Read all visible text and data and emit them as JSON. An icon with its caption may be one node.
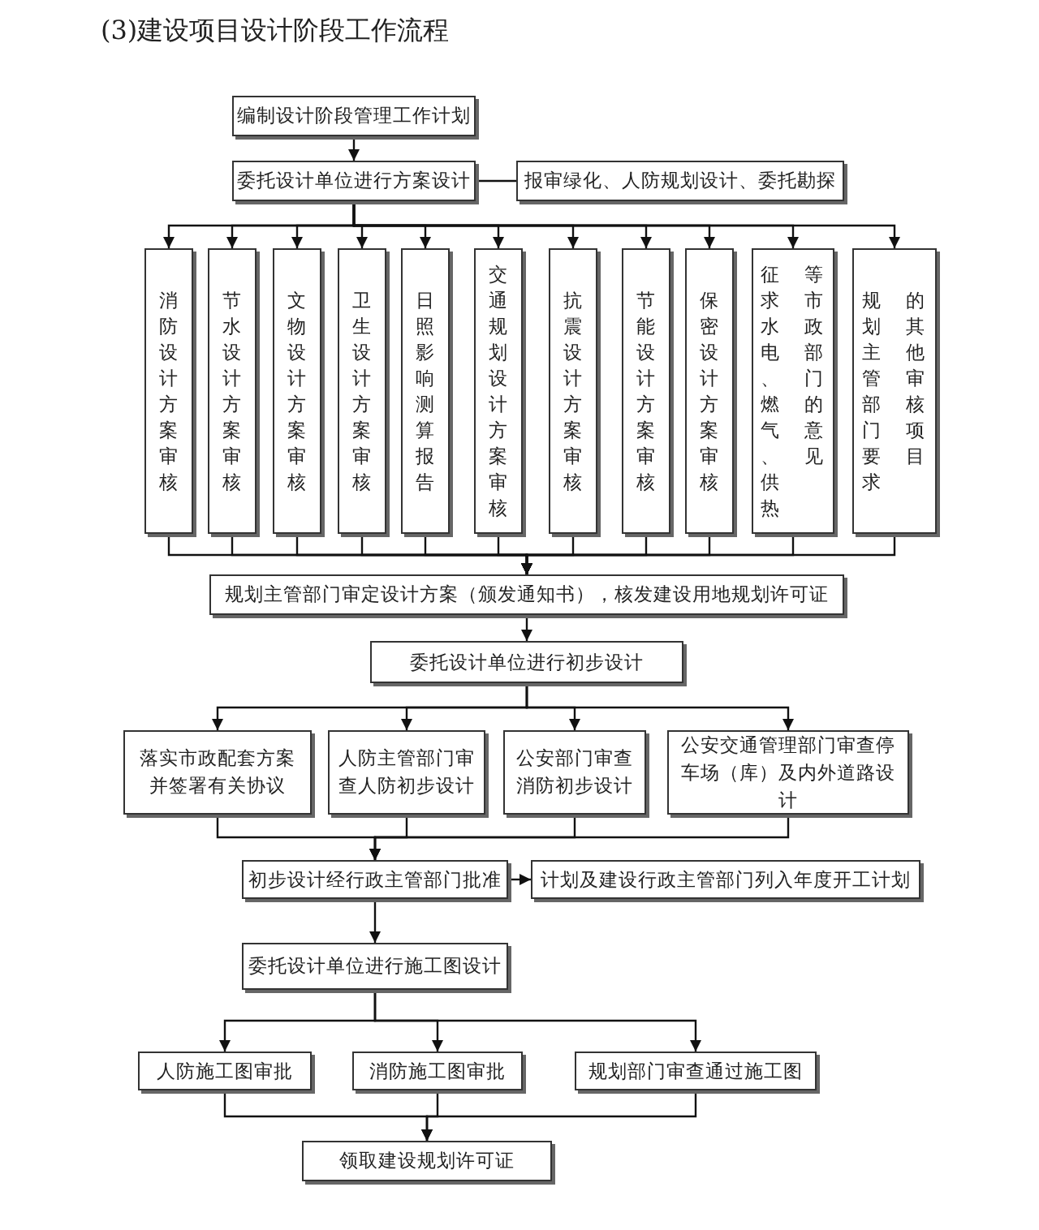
{
  "diagram": {
    "title": "(3)建设项目设计阶段工作流程",
    "nodes": [
      {
        "text": [
          "编制设计阶段管理工作计划"
        ]
      },
      {
        "text": [
          "委托设计单位进行方案设计"
        ]
      },
      {
        "text": [
          "报审绿化、人防规划设计、委托勘探"
        ]
      },
      {
        "text": [
          "消防设计方案审核"
        ]
      },
      {
        "text": [
          "节水设计方案审核"
        ]
      },
      {
        "text": [
          "文物设计方案审核"
        ]
      },
      {
        "text": [
          "卫生设计方案审核"
        ]
      },
      {
        "text": [
          "日照影响测算报告"
        ]
      },
      {
        "text": [
          "交通规划设计方案审核"
        ]
      },
      {
        "text": [
          "抗震设计方案审核"
        ]
      },
      {
        "text": [
          "节能设计方案审核"
        ]
      },
      {
        "text": [
          "保密设计方案审核"
        ]
      },
      {
        "text": [
          "征求水电、燃气、供热等市政部门的意见"
        ]
      },
      {
        "text": [
          "规划主管部门要求的其他审核项目"
        ]
      },
      {
        "text": [
          "规划主管部门审定设计方案（颁发通知书），核发建设用地规划许可证"
        ]
      },
      {
        "text": [
          "委托设计单位进行初步设计"
        ]
      },
      {
        "text": [
          "落实市政配套方案并签署有关协议"
        ]
      },
      {
        "text": [
          "人防主管部门审查人防初步设计"
        ]
      },
      {
        "text": [
          "公安部门审查消防初步设计"
        ]
      },
      {
        "text": [
          "公安交通管理部门审查停车场（库）及内外道路设计"
        ]
      },
      {
        "text": [
          "初步设计经行政主管部门批准"
        ]
      },
      {
        "text": [
          "计划及建设行政主管部门列入年度开工计划"
        ]
      },
      {
        "text": [
          "委托设计单位进行施工图设计"
        ]
      },
      {
        "text": [
          "人防施工图审批"
        ]
      },
      {
        "text": [
          "消防施工图审批"
        ]
      },
      {
        "text": [
          "规划部门审查通过施工图"
        ]
      },
      {
        "text": [
          "领取建设规划许可证"
        ]
      }
    ],
    "edges": [
      {
        "from": 0,
        "to": 1,
        "arrow": "to"
      },
      {
        "from": 1,
        "to": 2,
        "arrow": "none"
      },
      {
        "from": 1,
        "to": 3,
        "arrow": "to"
      },
      {
        "from": 1,
        "to": 4,
        "arrow": "to"
      },
      {
        "from": 1,
        "to": 5,
        "arrow": "to"
      },
      {
        "from": 1,
        "to": 6,
        "arrow": "to"
      },
      {
        "from": 1,
        "to": 7,
        "arrow": "to"
      },
      {
        "from": 1,
        "to": 8,
        "arrow": "to"
      },
      {
        "from": 1,
        "to": 9,
        "arrow": "to"
      },
      {
        "from": 1,
        "to": 10,
        "arrow": "to"
      },
      {
        "from": 1,
        "to": 11,
        "arrow": "to"
      },
      {
        "from": 1,
        "to": 12,
        "arrow": "to"
      },
      {
        "from": 1,
        "to": 13,
        "arrow": "to"
      },
      {
        "from": 3,
        "to": 14,
        "arrow": "to"
      },
      {
        "from": 4,
        "to": 14,
        "arrow": "to"
      },
      {
        "from": 5,
        "to": 14,
        "arrow": "to"
      },
      {
        "from": 6,
        "to": 14,
        "arrow": "to"
      },
      {
        "from": 7,
        "to": 14,
        "arrow": "to"
      },
      {
        "from": 8,
        "to": 14,
        "arrow": "to"
      },
      {
        "from": 9,
        "to": 14,
        "arrow": "to"
      },
      {
        "from": 10,
        "to": 14,
        "arrow": "to"
      },
      {
        "from": 11,
        "to": 14,
        "arrow": "to"
      },
      {
        "from": 12,
        "to": 14,
        "arrow": "to"
      },
      {
        "from": 13,
        "to": 14,
        "arrow": "to"
      },
      {
        "from": 14,
        "to": 15,
        "arrow": "to"
      },
      {
        "from": 15,
        "to": 16,
        "arrow": "to"
      },
      {
        "from": 15,
        "to": 17,
        "arrow": "to"
      },
      {
        "from": 15,
        "to": 18,
        "arrow": "to"
      },
      {
        "from": 15,
        "to": 19,
        "arrow": "to"
      },
      {
        "from": 16,
        "to": 20,
        "arrow": "to"
      },
      {
        "from": 17,
        "to": 20,
        "arrow": "to"
      },
      {
        "from": 18,
        "to": 20,
        "arrow": "to"
      },
      {
        "from": 19,
        "to": 20,
        "arrow": "to"
      },
      {
        "from": 20,
        "to": 21,
        "arrow": "to"
      },
      {
        "from": 20,
        "to": 22,
        "arrow": "to"
      },
      {
        "from": 22,
        "to": 23,
        "arrow": "to"
      },
      {
        "from": 22,
        "to": 24,
        "arrow": "to"
      },
      {
        "from": 22,
        "to": 25,
        "arrow": "to"
      },
      {
        "from": 23,
        "to": 26,
        "arrow": "to"
      },
      {
        "from": 24,
        "to": 26,
        "arrow": "to"
      },
      {
        "from": 25,
        "to": 26,
        "arrow": "to"
      }
    ]
  }
}
